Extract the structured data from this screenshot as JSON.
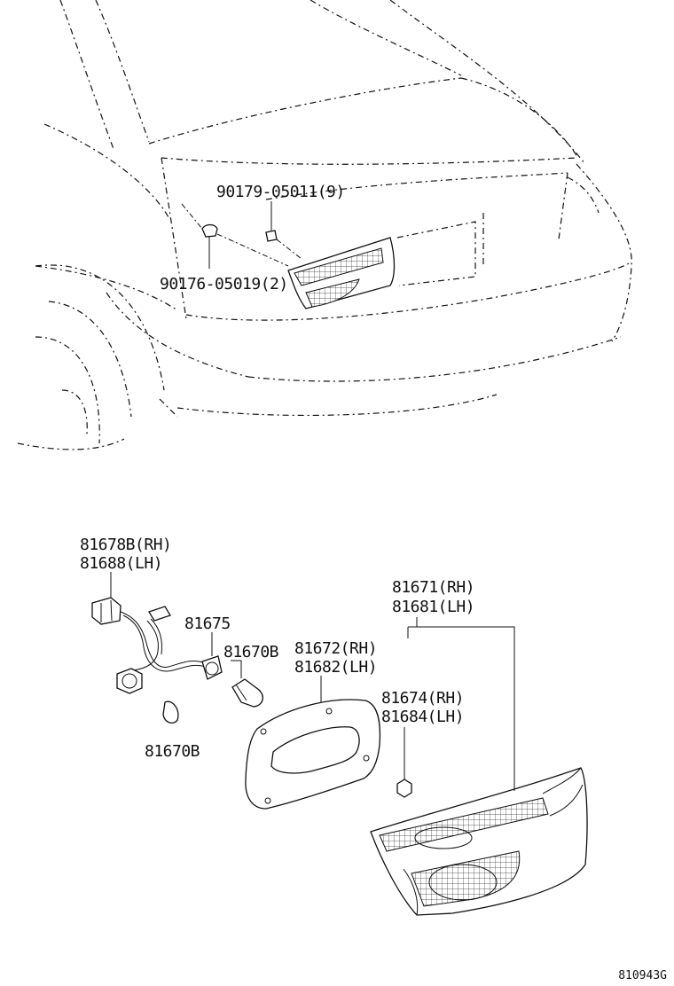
{
  "diagram": {
    "labels": {
      "p90179": "90179-05011(9)",
      "p90176": "90176-05019(2)",
      "p81678b": "81678B(RH)",
      "p81688": "81688(LH)",
      "p81675": "81675",
      "p81670b_bulb": "81670B",
      "p81670b_lower": "81670B",
      "p81671": "81671(RH)",
      "p81681": "81681(LH)",
      "p81672": "81672(RH)",
      "p81682": "81682(LH)",
      "p81674": "81674(RH)",
      "p81684": "81684(LH)"
    },
    "drawing_code": "810943G"
  }
}
